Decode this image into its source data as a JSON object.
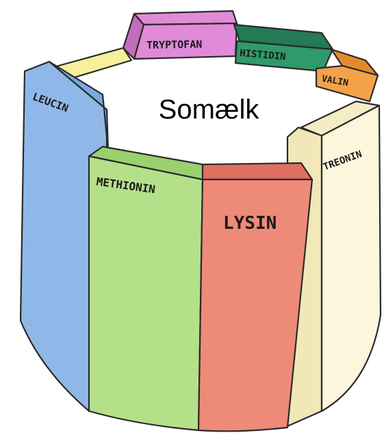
{
  "title": "Somælk",
  "staves": [
    {
      "id": "leucin",
      "label": "LEUCIN",
      "color": "#8fb8e8",
      "edge": "#6a9fd8"
    },
    {
      "id": "methionin",
      "label": "METHIONIN",
      "color": "#b5e08a",
      "edge": "#9bd06e"
    },
    {
      "id": "lysin",
      "label": "LYSIN",
      "color": "#ee8a78",
      "edge": "#e07060"
    },
    {
      "id": "treonin",
      "label": "TREONIN",
      "color": "#fbf6dc",
      "edge": "#f4edc4"
    },
    {
      "id": "valin",
      "label": "VALIN",
      "color": "#f3a24a",
      "edge": "#e58a2c"
    },
    {
      "id": "histidin",
      "label": "HISTIDIN",
      "color": "#2f9a6a",
      "edge": "#237a54"
    },
    {
      "id": "tryptofan",
      "label": "TRYPTOFAN",
      "color": "#e08ad8",
      "edge": "#c46cbc"
    },
    {
      "id": "back-left",
      "label": "",
      "color": "#f8ef9a",
      "edge": "#efe27a"
    }
  ]
}
